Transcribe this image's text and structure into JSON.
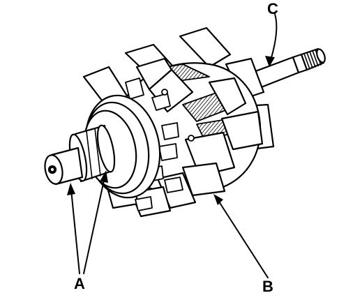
{
  "diagram": {
    "colors": {
      "line": "#000000",
      "fill": "#ffffff",
      "shade": "#000000"
    },
    "callouts": [
      {
        "id": "A",
        "label": "A"
      },
      {
        "id": "B",
        "label": "B"
      },
      {
        "id": "C",
        "label": "C"
      }
    ]
  }
}
